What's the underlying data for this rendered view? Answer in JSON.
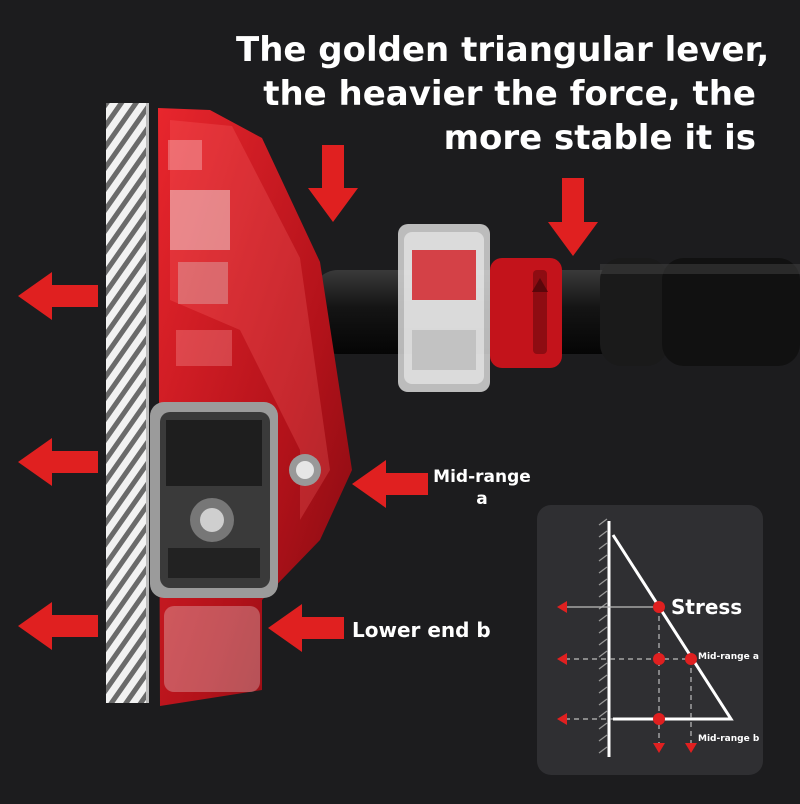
{
  "headline": {
    "line1": "The golden triangular lever,",
    "line2": "the heavier the force, the",
    "line3": "more stable it is"
  },
  "callouts": {
    "mid_range": "Mid-range",
    "mid_range_sub": "a",
    "lower_end": "Lower end b"
  },
  "diagram": {
    "stress_label": "Stress",
    "mid_label": "Mid-range a",
    "low_label": "Mid-range b"
  },
  "colors": {
    "background": "#1c1c1e",
    "accent_red": "#e02020",
    "product_red": "#c8141c",
    "inset_bg": "#2f2f32",
    "text": "#ffffff"
  }
}
